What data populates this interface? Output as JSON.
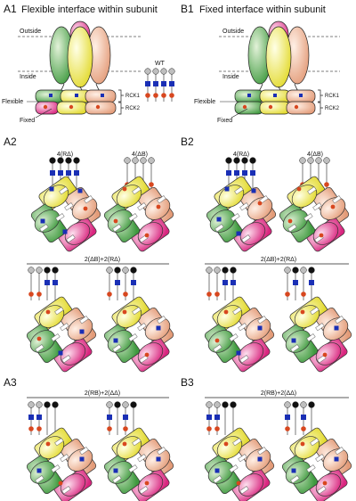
{
  "panels": {
    "A1": {
      "label": "A1",
      "title": "Flexible interface within subunit"
    },
    "B1": {
      "label": "B1",
      "title": "Fixed interface within subunit"
    },
    "A2": {
      "label": "A2"
    },
    "B2": {
      "label": "B2"
    },
    "A3": {
      "label": "A3"
    },
    "B3": {
      "label": "B3"
    }
  },
  "membrane": {
    "outside": "Outside",
    "inside": "Inside"
  },
  "domains": {
    "rck1": "RCK1",
    "rck2": "RCK2"
  },
  "callouts": {
    "flexible": "Flexible",
    "fixed": "Fixed"
  },
  "wt_label": "WT",
  "constructs": {
    "r_delta": "4(RΔ)",
    "delta_b": "4(ΔB)",
    "mixed": "2(ΔB)+2(RΔ)",
    "rb_dd": "2(RB)+2(ΔΔ)"
  },
  "colors": {
    "green": "#8cc67a",
    "yellow": "#f4ef6a",
    "peach": "#f2c4a8",
    "pink": "#ee8ebf",
    "magenta": "#e0318a",
    "blue_site": "#1a2fb5",
    "red_site": "#d8471f",
    "stalk_grey": "#bfbfbf",
    "stalk_black": "#111111"
  },
  "icons": [
    "channel-side-view-icon",
    "gating-ring-icon",
    "binding-site-stalk-icon"
  ]
}
